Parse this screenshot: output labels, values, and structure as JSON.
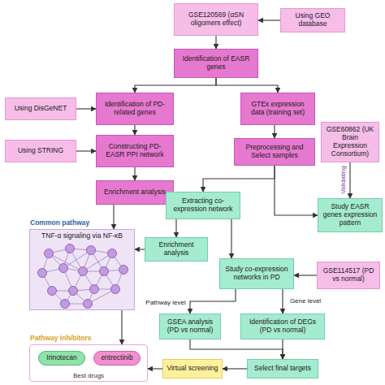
{
  "diagram": {
    "nodes": [
      {
        "text": [
          "GSE120569 (αSN oligomers effect)"
        ]
      },
      {
        "text": [
          "Using GEO database"
        ]
      },
      {
        "text": [
          "Identification of EASR genes"
        ]
      },
      {
        "text": [
          "Using DisGeNET"
        ]
      },
      {
        "text": [
          "Identification of PD-related genes"
        ]
      },
      {
        "text": [
          "GTEx expression data (training set)"
        ]
      },
      {
        "text": [
          "Using STRING"
        ]
      },
      {
        "text": [
          "Constructing PD-EASR PPI network"
        ]
      },
      {
        "text": [
          "Preprocessing and Select samples"
        ]
      },
      {
        "text": [
          "GSE60862 (UK Brain Expression Consortium)"
        ]
      },
      {
        "text": [
          "Enrichment analysis"
        ]
      },
      {
        "text": [
          "Extracting co-expression network"
        ]
      },
      {
        "text": [
          "Study EASR genes expression pattern"
        ]
      },
      {
        "text": [
          "Common pathway",
          "TNF-α signaling via NF-κB"
        ]
      },
      {
        "text": [
          "Enrichment analysis"
        ]
      },
      {
        "text": [
          "Study co-expression networks in PD"
        ]
      },
      {
        "text": [
          "GSE114517 (PD vs normal)"
        ]
      },
      {
        "text": [
          "GSEA analysis (PD vs normal)"
        ]
      },
      {
        "text": [
          "Identification of DEGs (PD vs normal)"
        ]
      },
      {
        "text": [
          "Pathway inhibitors",
          "Best drugs"
        ]
      },
      {
        "text": [
          "Irinotecan"
        ],
        "in": 19
      },
      {
        "text": [
          "entrectinib"
        ],
        "in": 19
      },
      {
        "text": [
          "Virtual screening"
        ]
      },
      {
        "text": [
          "Select final targets"
        ]
      }
    ],
    "edges": [
      {
        "from": 1,
        "to": 0,
        "arrow": "to"
      },
      {
        "from": 0,
        "to": 2,
        "arrow": "to"
      },
      {
        "from": 2,
        "to": 4,
        "arrow": "to"
      },
      {
        "from": 2,
        "to": 5,
        "arrow": "to"
      },
      {
        "from": 3,
        "to": 4,
        "arrow": "to"
      },
      {
        "from": 4,
        "to": 7,
        "arrow": "to"
      },
      {
        "from": 6,
        "to": 7,
        "arrow": "to"
      },
      {
        "from": 5,
        "to": 8,
        "arrow": "to"
      },
      {
        "from": 7,
        "to": 10,
        "arrow": "to"
      },
      {
        "from": 8,
        "to": 11,
        "arrow": "to"
      },
      {
        "from": 8,
        "to": 12,
        "arrow": "to"
      },
      {
        "from": 9,
        "to": 12,
        "label": "Validating",
        "arrow": "to"
      },
      {
        "from": 10,
        "to": 13,
        "arrow": "to"
      },
      {
        "from": 11,
        "to": 14,
        "arrow": "to"
      },
      {
        "from": 11,
        "to": 15,
        "arrow": "to"
      },
      {
        "from": 14,
        "to": 13,
        "arrow": "to"
      },
      {
        "from": 16,
        "to": 15,
        "arrow": "to"
      },
      {
        "from": 15,
        "to": 17,
        "label": "Pathway level",
        "arrow": "to"
      },
      {
        "from": 15,
        "to": 18,
        "label": "Gene level",
        "arrow": "to"
      },
      {
        "from": 17,
        "to": 23,
        "arrow": "to"
      },
      {
        "from": 18,
        "to": 23,
        "arrow": "to"
      },
      {
        "from": 23,
        "to": 22,
        "arrow": "to"
      },
      {
        "from": 22,
        "to": 19,
        "arrow": "to"
      },
      {
        "from": 13,
        "to": 19,
        "arrow": "to"
      }
    ]
  }
}
